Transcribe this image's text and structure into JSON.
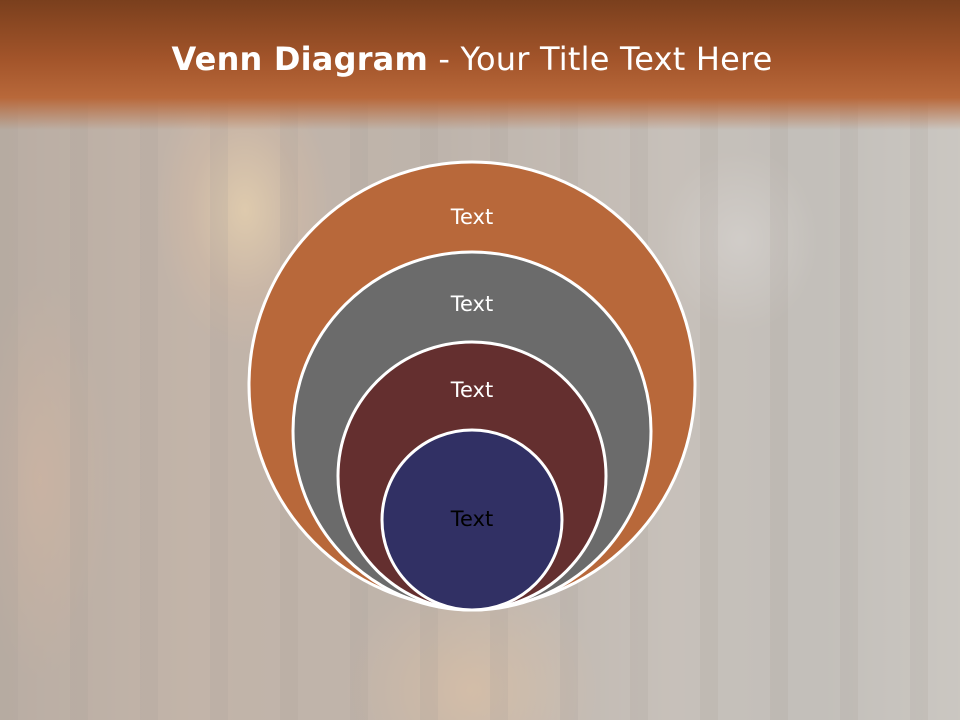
{
  "title": {
    "bold": "Venn Diagram",
    "rest": " - Your Title Text Here"
  },
  "diagram": {
    "type": "stacked-venn",
    "circles": [
      {
        "label": "Text",
        "fill": "#b8683a",
        "text_color": "#ffffff"
      },
      {
        "label": "Text",
        "fill": "#6b6b6b",
        "text_color": "#ffffff"
      },
      {
        "label": "Text",
        "fill": "#642f2f",
        "text_color": "#ffffff"
      },
      {
        "label": "Text",
        "fill": "#313064",
        "text_color": "#000000"
      }
    ],
    "outline_color": "#ffffff"
  },
  "colors": {
    "header": "#a2542a",
    "title_text": "#ffffff"
  }
}
